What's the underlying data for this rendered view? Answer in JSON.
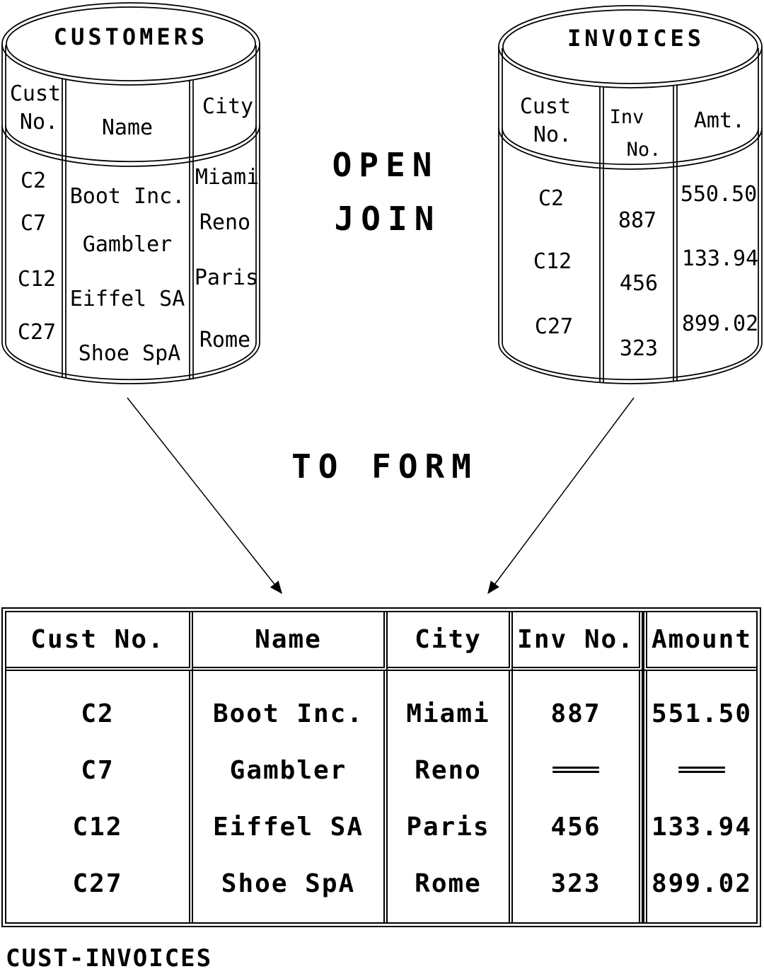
{
  "labels": {
    "operation_line1": "OPEN",
    "operation_line2": "JOIN",
    "to_form": "TO FORM",
    "result_name": "CUST-INVOICES"
  },
  "customers": {
    "title": "CUSTOMERS",
    "header": {
      "cust_line1": "Cust",
      "cust_line2": "No.",
      "name": "Name",
      "city": "City"
    },
    "rows": [
      {
        "cust_no": "C2",
        "name": "Boot Inc.",
        "city": "Miami"
      },
      {
        "cust_no": "C7",
        "name": "Gambler",
        "city": "Reno"
      },
      {
        "cust_no": "C12",
        "name": "Eiffel SA",
        "city": "Paris"
      },
      {
        "cust_no": "C27",
        "name": "Shoe SpA",
        "city": "Rome"
      }
    ]
  },
  "invoices": {
    "title": "INVOICES",
    "header": {
      "cust_line1": "Cust",
      "cust_line2": "No.",
      "inv_line1": "Inv",
      "inv_line2": "No.",
      "amt": "Amt."
    },
    "rows": [
      {
        "cust_no": "C2",
        "inv_no": "887",
        "amt": "550.50"
      },
      {
        "cust_no": "C12",
        "inv_no": "456",
        "amt": "133.94"
      },
      {
        "cust_no": "C27",
        "inv_no": "323",
        "amt": "899.02"
      }
    ]
  },
  "result_table": {
    "headers": [
      "Cust No.",
      "Name",
      "City",
      "Inv No.",
      "Amount"
    ],
    "rows": [
      {
        "cust_no": "C2",
        "name": "Boot Inc.",
        "city": "Miami",
        "inv_no": "887",
        "amount": "551.50"
      },
      {
        "cust_no": "C7",
        "name": "Gambler",
        "city": "Reno",
        "inv_no": "═══",
        "amount": "═══"
      },
      {
        "cust_no": "C12",
        "name": "Eiffel SA",
        "city": "Paris",
        "inv_no": "456",
        "amount": "133.94"
      },
      {
        "cust_no": "C27",
        "name": "Shoe SpA",
        "city": "Rome",
        "inv_no": "323",
        "amount": "899.02"
      }
    ]
  }
}
